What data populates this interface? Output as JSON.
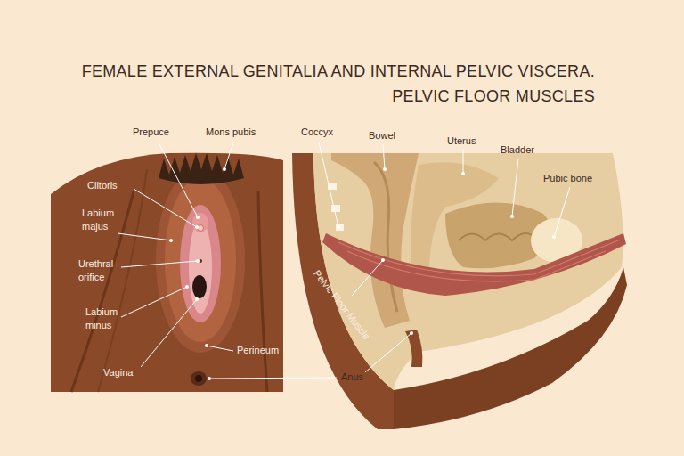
{
  "diagram": {
    "title": "FEMALE EXTERNAL GENITALIA AND INTERNAL PELVIC VISCERA. PELVIC FLOOR MUSCLES",
    "labels": [
      "Prepuce",
      "Mons pubis",
      "Coccyx",
      "Bowel",
      "Uterus",
      "Bladder",
      "Clitoris",
      "Pubic bone",
      "Labium majus",
      "Urethral orifice",
      "Labium minus",
      "Pelvic Floor Muscle",
      "Perineum",
      "Vagina",
      "Anus"
    ]
  }
}
